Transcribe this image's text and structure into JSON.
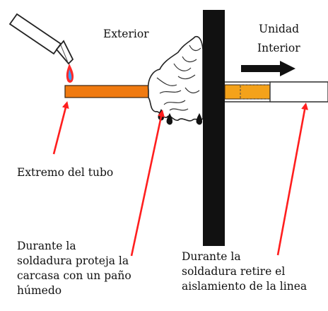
{
  "labels": {
    "exterior": "Exterior",
    "unidad_interior": [
      "Unidad",
      "Interior"
    ],
    "extremo": "Extremo del tubo",
    "proteja": [
      "Durante la",
      "soldadura proteja la",
      "carcasa con un paño",
      "húmedo"
    ],
    "retire": [
      "Durante la",
      " soldadura retire el",
      "aislamiento de la linea"
    ]
  },
  "icons": [
    "torch-icon",
    "flame-icon",
    "wet-cloth-icon",
    "water-drop-icon",
    "direction-arrow-icon",
    "pointer-arrow-icon"
  ],
  "colors": {
    "pipe": "#f07a10",
    "wall": "#111111",
    "pointer_arrow": "#ff1e1e",
    "flame": "#ff2a2a",
    "flame_tip": "#3aa0ff"
  }
}
